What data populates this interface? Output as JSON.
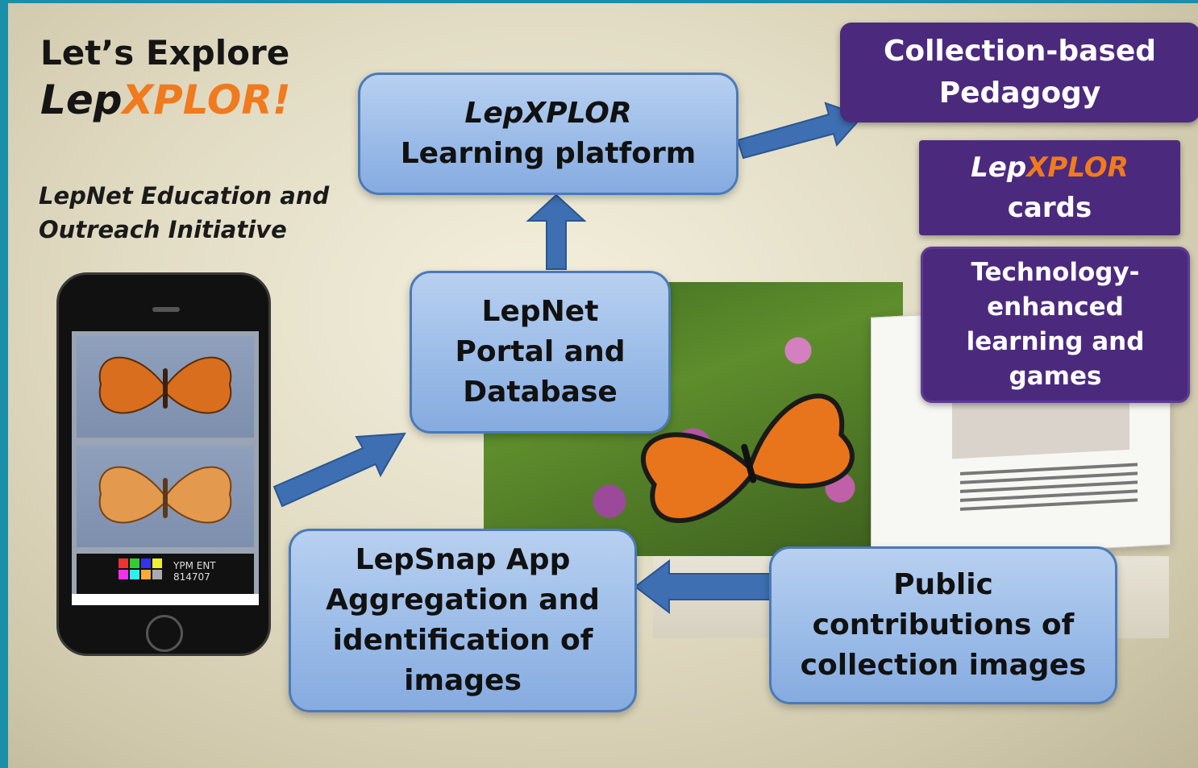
{
  "heading": {
    "line1": "Let’s Explore",
    "lep": "Lep",
    "xplor": "XPLOR!"
  },
  "subtitle": {
    "line1": "LepNet Education and",
    "line2": "Outreach Initiative"
  },
  "boxes": {
    "learning_platform": {
      "line1": "LepXPLOR",
      "line2": "Learning platform"
    },
    "portal": {
      "line1": "LepNet",
      "line2": "Portal and",
      "line3": "Database"
    },
    "lepsnap": {
      "line1": "LepSnap App",
      "line2": "Aggregation and",
      "line3": "identification of",
      "line4": "images"
    },
    "public": {
      "line1": "Public",
      "line2": "contributions of",
      "line3": "collection images"
    },
    "pedagogy": {
      "line1": "Collection-based",
      "line2": "Pedagogy"
    },
    "cards": {
      "lep": "Lep",
      "xplor": "XPLOR",
      "line2": "cards"
    },
    "tech": {
      "line1": "Technology-",
      "line2": "enhanced",
      "line3": "learning and",
      "line4": "games"
    }
  },
  "phone": {
    "label_text": "YPM ENT 814707"
  },
  "colors": {
    "frame": "#1c8fa8",
    "orange": "#f07a1e",
    "blue_box": "#9bbce8",
    "blue_border": "#4a7ab8",
    "arrow": "#3e6fb3",
    "purple": "#4b2a7e"
  },
  "icons": [
    "butterfly-photo",
    "arrow-icon"
  ]
}
